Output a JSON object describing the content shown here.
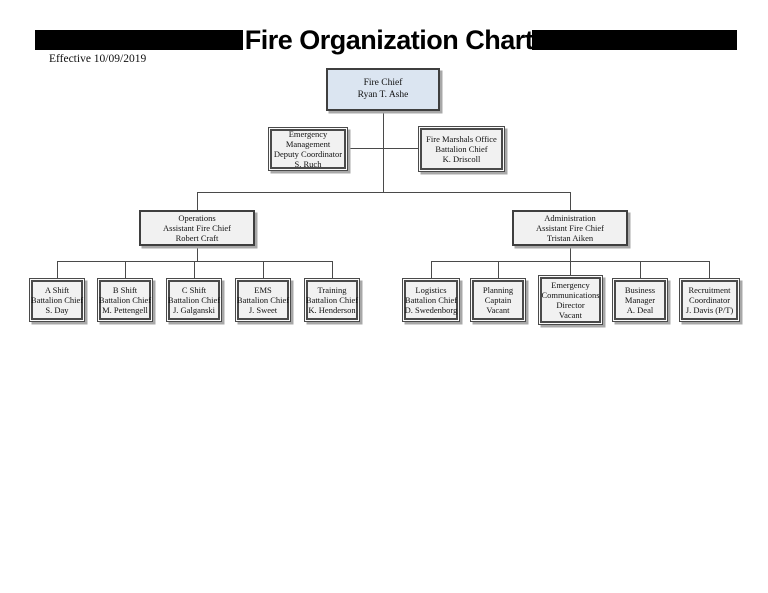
{
  "header": {
    "title": "Fire Organization Chart",
    "effective": "Effective 10/09/2019"
  },
  "colors": {
    "title_bar": "#000000",
    "chief_box_fill": "#dbe5f1",
    "box_fill": "#f1f1f1",
    "box_border": "#3f3f3f",
    "connector_line": "#4a4a4a"
  },
  "nodes": {
    "fire_chief": {
      "lines": [
        "Fire Chief",
        "Ryan T. Ashe"
      ]
    },
    "emergency_management": {
      "lines": [
        "Emergency",
        "Management",
        "Deputy Coordinator",
        "S. Ruch"
      ]
    },
    "fire_marshals": {
      "lines": [
        "Fire Marshals Office",
        "Battalion Chief",
        "K. Driscoll"
      ]
    },
    "operations": {
      "lines": [
        "Operations",
        "Assistant Fire Chief",
        "Robert Craft"
      ]
    },
    "administration": {
      "lines": [
        "Administration",
        "Assistant Fire Chief",
        "Tristan Aiken"
      ]
    },
    "a_shift": {
      "lines": [
        "A Shift",
        "Battalion Chief",
        "S. Day"
      ]
    },
    "b_shift": {
      "lines": [
        "B Shift",
        "Battalion Chief",
        "M. Pettengell"
      ]
    },
    "c_shift": {
      "lines": [
        "C Shift",
        "Battalion Chief",
        "J. Galganski"
      ]
    },
    "ems": {
      "lines": [
        "EMS",
        "Battalion Chief",
        "J. Sweet"
      ]
    },
    "training": {
      "lines": [
        "Training",
        "Battalion Chief",
        "K. Henderson"
      ]
    },
    "logistics": {
      "lines": [
        "Logistics",
        "Battalion Chief",
        "D. Swedenborg"
      ]
    },
    "planning": {
      "lines": [
        "Planning",
        "Captain",
        "Vacant"
      ]
    },
    "emergency_communications": {
      "lines": [
        "Emergency",
        "Communications",
        "Director",
        "Vacant"
      ]
    },
    "business_manager": {
      "lines": [
        "Business",
        "Manager",
        "A. Deal"
      ]
    },
    "recruitment": {
      "lines": [
        "Recruitment",
        "Coordinator",
        "J. Davis (P/T)"
      ]
    }
  },
  "edges": [
    {
      "from": "fire_chief",
      "to": "emergency_management"
    },
    {
      "from": "fire_chief",
      "to": "fire_marshals"
    },
    {
      "from": "fire_chief",
      "to": "operations"
    },
    {
      "from": "fire_chief",
      "to": "administration"
    },
    {
      "from": "operations",
      "to": "a_shift"
    },
    {
      "from": "operations",
      "to": "b_shift"
    },
    {
      "from": "operations",
      "to": "c_shift"
    },
    {
      "from": "operations",
      "to": "ems"
    },
    {
      "from": "operations",
      "to": "training"
    },
    {
      "from": "administration",
      "to": "logistics"
    },
    {
      "from": "administration",
      "to": "planning"
    },
    {
      "from": "administration",
      "to": "emergency_communications"
    },
    {
      "from": "administration",
      "to": "business_manager"
    },
    {
      "from": "administration",
      "to": "recruitment"
    }
  ]
}
